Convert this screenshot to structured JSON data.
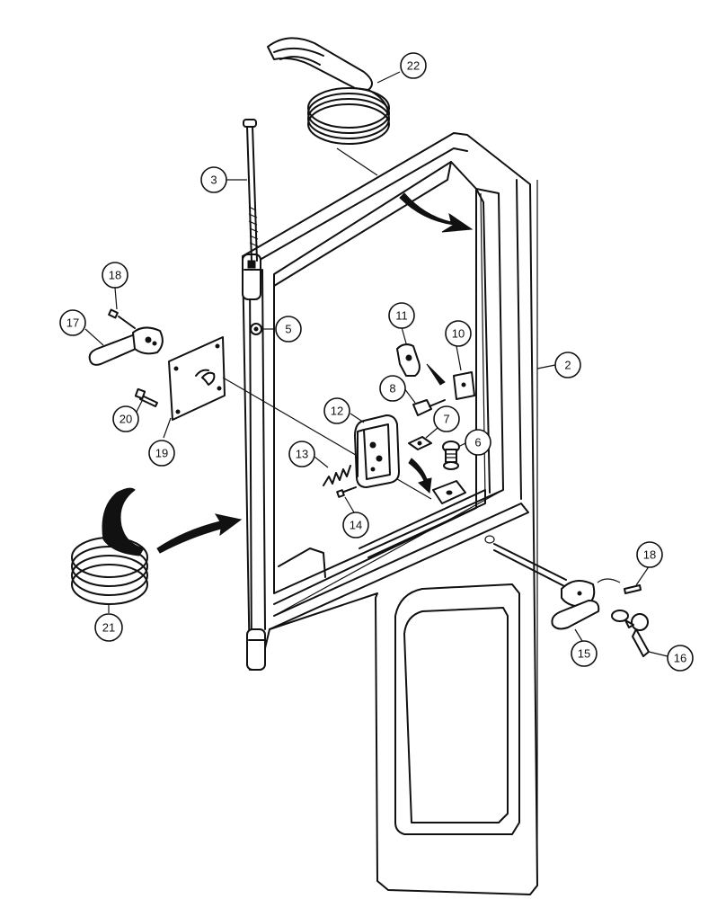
{
  "diagram": {
    "callouts": [
      {
        "id": "c22",
        "label": "22"
      },
      {
        "id": "c3",
        "label": "3"
      },
      {
        "id": "c18a",
        "label": "18"
      },
      {
        "id": "c17",
        "label": "17"
      },
      {
        "id": "c5",
        "label": "5"
      },
      {
        "id": "c11",
        "label": "11"
      },
      {
        "id": "c10",
        "label": "10"
      },
      {
        "id": "c2",
        "label": "2"
      },
      {
        "id": "c8",
        "label": "8"
      },
      {
        "id": "c12",
        "label": "12"
      },
      {
        "id": "c7",
        "label": "7"
      },
      {
        "id": "c6",
        "label": "6"
      },
      {
        "id": "c20",
        "label": "20"
      },
      {
        "id": "c19",
        "label": "19"
      },
      {
        "id": "c13",
        "label": "13"
      },
      {
        "id": "c14",
        "label": "14"
      },
      {
        "id": "c21",
        "label": "21"
      },
      {
        "id": "c18b",
        "label": "18"
      },
      {
        "id": "c15",
        "label": "15"
      },
      {
        "id": "c16",
        "label": "16"
      }
    ]
  }
}
